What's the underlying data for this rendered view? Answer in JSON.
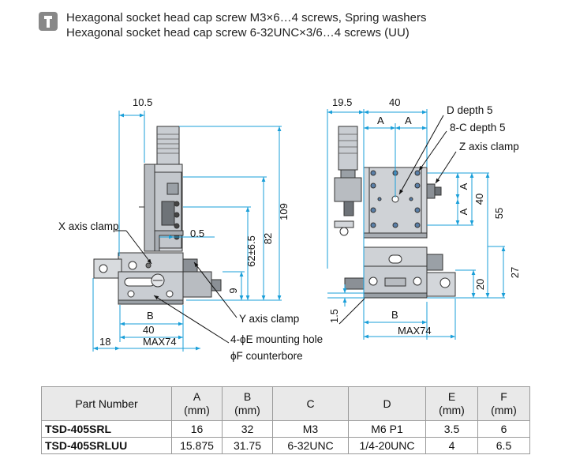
{
  "header": {
    "line1": "Hexagonal socket head cap screw M3×6…4 screws, Spring washers",
    "line2": "Hexagonal socket head cap screw 6-32UNC×3/6…4 screws (UU)"
  },
  "drawing": {
    "left_view": {
      "dims": {
        "top_offset": "10.5",
        "height_total": "109",
        "height_mid": "82",
        "height_low": "62±6.5",
        "gap": "0.5",
        "base_h": "9",
        "width_b": "B",
        "width_40": "40",
        "max": "MAX74",
        "left_offset": "18"
      },
      "callouts": {
        "x_clamp": "X axis clamp",
        "y_clamp": "Y axis clamp",
        "mount_hole": "4-ϕE mounting hole",
        "counterbore": "ϕF counterbore"
      }
    },
    "right_view": {
      "dims": {
        "offset": "19.5",
        "width_40": "40",
        "a1": "A",
        "a2": "A",
        "a_v1": "A",
        "a_v2": "A",
        "h40": "40",
        "h55": "55",
        "h20": "20",
        "h27": "27",
        "base_15": "1.5",
        "width_b": "B",
        "max": "MAX74"
      },
      "callouts": {
        "d_depth": "D depth 5",
        "c_depth": "8-C depth 5",
        "z_clamp": "Z axis clamp"
      }
    }
  },
  "table": {
    "headers": [
      {
        "l1": "Part Number",
        "l2": ""
      },
      {
        "l1": "A",
        "l2": "(mm)"
      },
      {
        "l1": "B",
        "l2": "(mm)"
      },
      {
        "l1": "C",
        "l2": ""
      },
      {
        "l1": "D",
        "l2": ""
      },
      {
        "l1": "E",
        "l2": "(mm)"
      },
      {
        "l1": "F",
        "l2": "(mm)"
      }
    ],
    "rows": [
      [
        "TSD-405SRL",
        "16",
        "32",
        "M3",
        "M6 P1",
        "3.5",
        "6"
      ],
      [
        "TSD-405SRLUU",
        "15.875",
        "31.75",
        "6-32UNC",
        "1/4-20UNC",
        "4",
        "6.5"
      ]
    ]
  },
  "colors": {
    "dimension_line": "#1a9fd9",
    "part_fill": "#c9cdd2",
    "part_dark": "#6e7378",
    "header_bg": "#e9e9e9"
  }
}
